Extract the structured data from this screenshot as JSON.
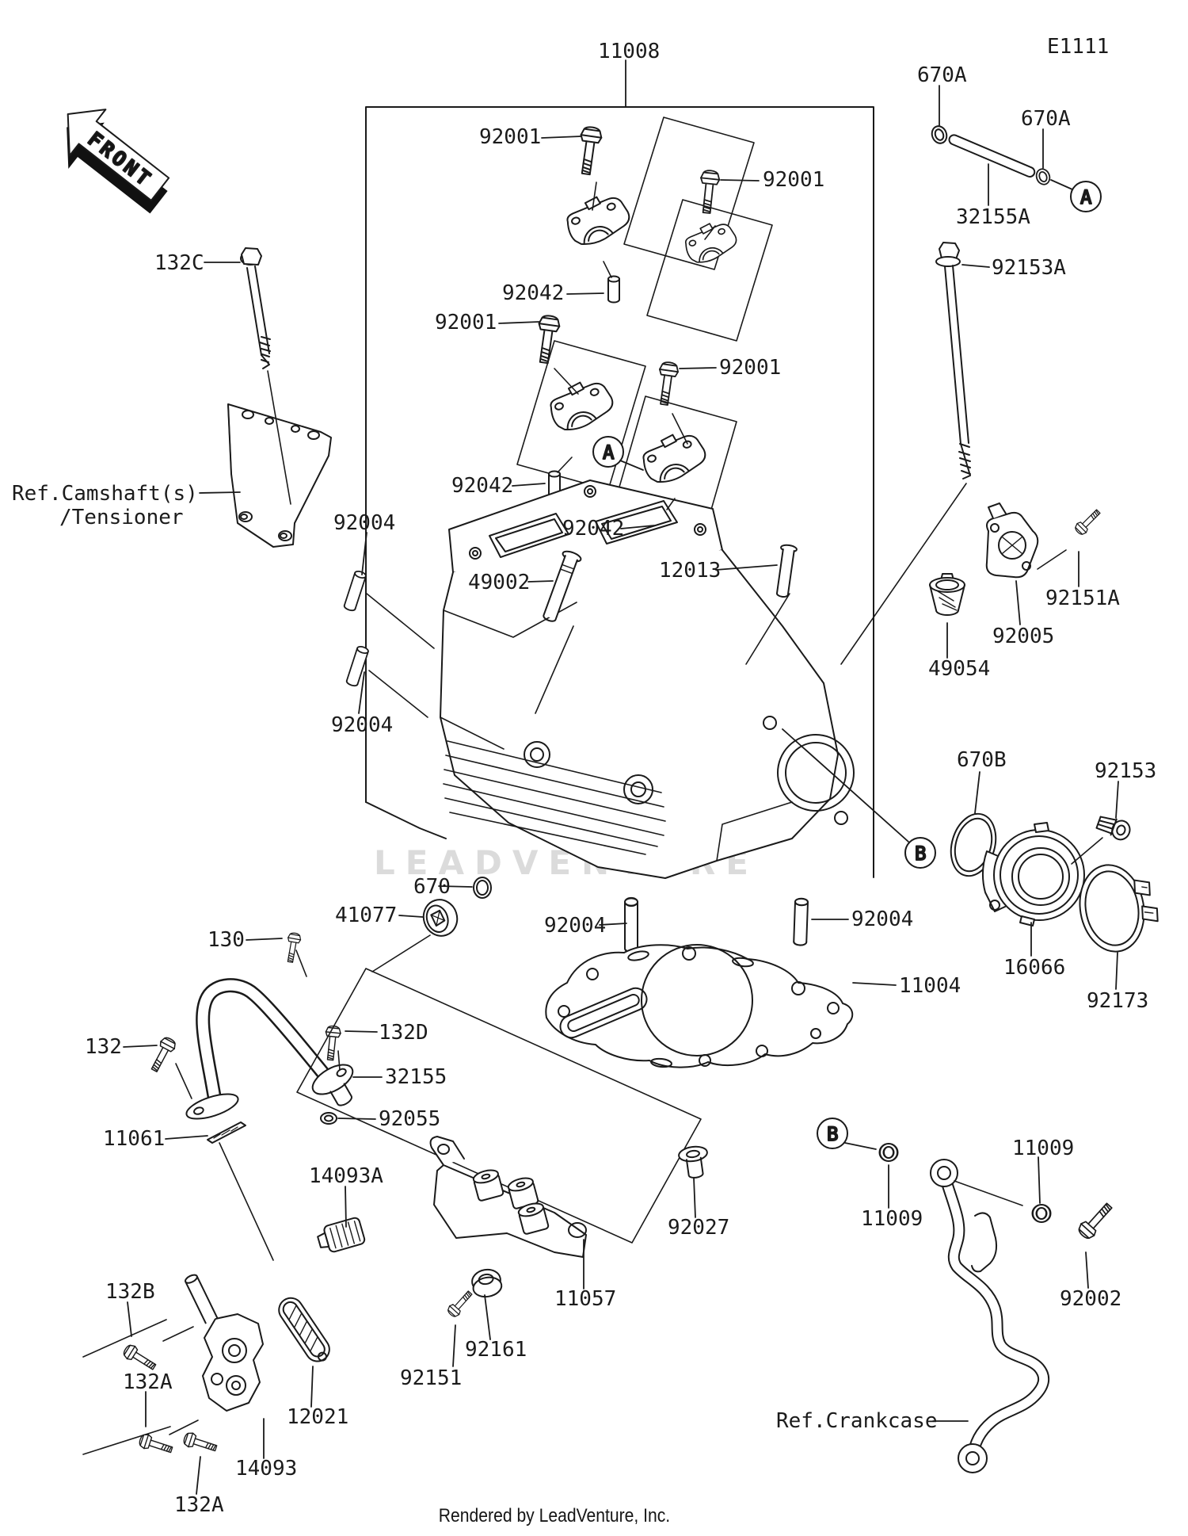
{
  "doc": {
    "code": "E1111",
    "front": "FRONT",
    "watermark": "LEADVENTURE",
    "footer": "Rendered by LeadVenture, Inc.",
    "ref_camshaft_1": "Ref.Camshaft(s)",
    "ref_camshaft_2": "/Tensioner",
    "ref_crankcase": "Ref.Crankcase",
    "detail_a": "A",
    "detail_b": "B"
  },
  "parts": {
    "p11008": "11008",
    "p92001": "92001",
    "p92042": "92042",
    "p132C": "132C",
    "p670A": "670A",
    "p32155A": "32155A",
    "p92153A": "92153A",
    "p92004": "92004",
    "p49002": "49002",
    "p12013": "12013",
    "p92151A": "92151A",
    "p92005": "92005",
    "p49054": "49054",
    "p670B": "670B",
    "p92153": "92153",
    "p670": "670",
    "p41077": "41077",
    "p130": "130",
    "p11004": "11004",
    "p16066": "16066",
    "p92173": "92173",
    "p132": "132",
    "p132D": "132D",
    "p32155": "32155",
    "p92055": "92055",
    "p11061": "11061",
    "p14093A": "14093A",
    "p92027": "92027",
    "p11057": "11057",
    "p92161": "92161",
    "p92151": "92151",
    "p132A": "132A",
    "p12021": "12021",
    "p14093": "14093",
    "p132B": "132B",
    "p11009": "11009",
    "p92002": "92002"
  }
}
